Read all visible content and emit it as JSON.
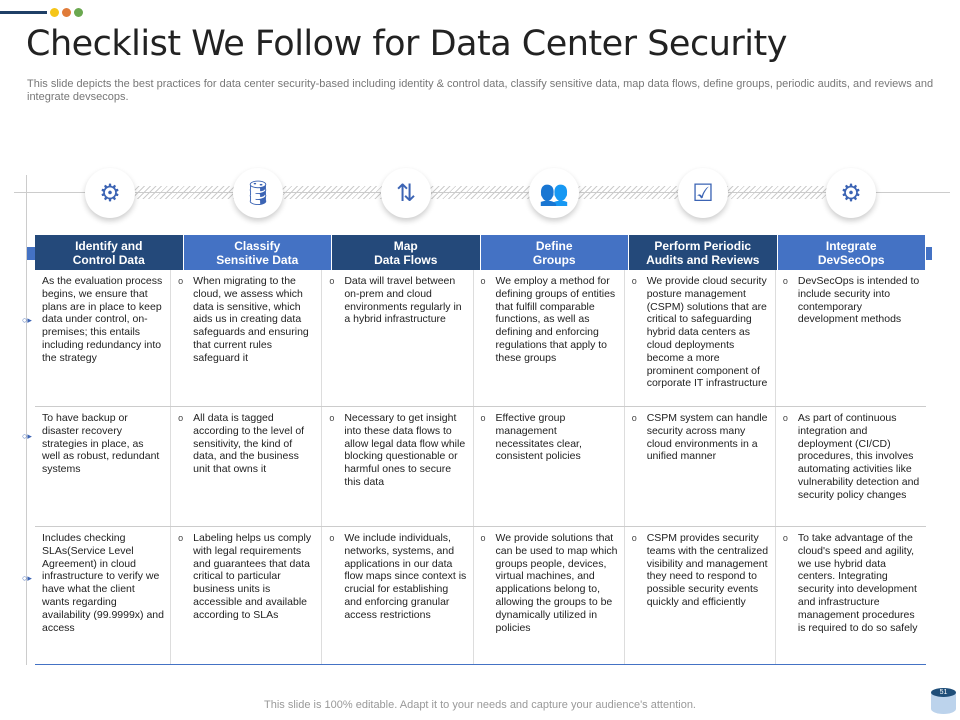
{
  "title": "Checklist We Follow for Data Center Security",
  "subtitle": "This slide depicts the best practices for data center security-based including identity & control data, classify sensitive data, map data flows, define groups, periodic audits, and reviews and integrate devsecops.",
  "columns": [
    {
      "h1": "Identify and",
      "h2": "Control Data",
      "icon": "dashboard-gear-icon",
      "cells": [
        "As the evaluation process begins, we ensure that plans are in place to keep data under control, on-premises; this entails including redundancy into the strategy",
        "To have backup or disaster recovery strategies in place, as well as robust, redundant systems",
        "Includes checking SLAs(Service Level Agreement) in cloud infrastructure to verify we have what the client wants regarding availability (99.9999x) and access"
      ]
    },
    {
      "h1": "Classify",
      "h2": "Sensitive Data",
      "icon": "database-lock-icon",
      "cells": [
        "When migrating to the cloud, we assess which data is sensitive, which aids us in creating data safeguards and ensuring that current rules safeguard it",
        "All data is tagged according to the level of sensitivity, the kind of data, and the business unit that owns it",
        "Labeling helps us comply with legal requirements and guarantees that data critical to particular business units is accessible and available according to SLAs"
      ]
    },
    {
      "h1": "Map",
      "h2": "Data Flows",
      "icon": "laptop-flow-icon",
      "cells": [
        "Data will travel between on-prem and cloud environments regularly in a hybrid infrastructure",
        "Necessary to get insight into these data flows to allow legal data flow while blocking questionable or harmful ones to secure this data",
        "We include individuals, networks, systems, and applications in our data flow maps since context is crucial for establishing and enforcing granular access restrictions"
      ]
    },
    {
      "h1": "Define",
      "h2": "Groups",
      "icon": "users-group-icon",
      "cells": [
        "We employ a method for defining groups of entities that fulfill comparable functions, as well as defining and enforcing regulations that apply to these groups",
        "Effective group management necessitates clear, consistent policies",
        "We provide solutions that can be used to map which groups people, devices, virtual machines, and applications belong to, allowing the groups to be dynamically utilized in policies"
      ]
    },
    {
      "h1": "Perform Periodic",
      "h2": "Audits and Reviews",
      "icon": "laptop-check-icon",
      "cells": [
        "We provide cloud security posture management (CSPM) solutions that are critical to safeguarding hybrid data centers as cloud deployments become a more prominent component of corporate IT infrastructure",
        "CSPM system can handle security across many cloud environments in a unified manner",
        "CSPM provides security teams with the centralized visibility and management they need to respond to possible security events quickly and efficiently"
      ]
    },
    {
      "h1": "Integrate",
      "h2": "DevSecOps",
      "icon": "gears-icon",
      "cells": [
        "DevSecOps is intended to include security into contemporary development methods",
        "As part of continuous integration and deployment (CI/CD) procedures, this involves automating activities like vulnerability detection and security policy changes",
        "To take advantage of the cloud's speed and agility, we use hybrid data centers. Integrating security into development and infrastructure management procedures is required to do so safely"
      ]
    }
  ],
  "footer": "This slide is 100% editable. Adapt it to your needs and capture your audience's attention.",
  "page_number": "51",
  "colors": {
    "dark": "#24497a",
    "light": "#4472c4"
  }
}
